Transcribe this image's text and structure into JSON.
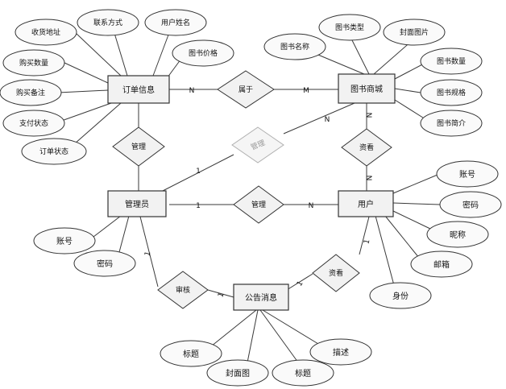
{
  "entities": {
    "order": "订单信息",
    "book_mall": "图书商城",
    "admin": "管理员",
    "user": "用户",
    "notice": "公告消息"
  },
  "relationships": {
    "belongs": "属于",
    "manage_order": "管理",
    "manage_book": "管理",
    "manage_user": "管理",
    "ordered": "资看",
    "audit": "审核",
    "view": "资看"
  },
  "cardinalities": {
    "order_belongs": "N",
    "belongs_book": "M",
    "book_manage": "N",
    "admin_manage": "1",
    "admin_user_1": "1",
    "admin_user_n": "N",
    "book_ordered": "N",
    "user_ordered": "N",
    "admin_audit": "1",
    "audit_notice": "1",
    "notice_view": "1",
    "user_view": "1"
  },
  "attributes": {
    "order": [
      "收货地址",
      "联系方式",
      "用户姓名",
      "图书价格",
      "购买数量",
      "购买备注",
      "支付状态",
      "订单状态"
    ],
    "book_mall": [
      "图书类型",
      "封面图片",
      "图书名称",
      "图书数量",
      "图书规格",
      "图书简介"
    ],
    "user": [
      "账号",
      "密码",
      "昵称",
      "邮箱",
      "身份"
    ],
    "admin": [
      "账号",
      "密码"
    ],
    "notice": [
      "标题",
      "封面图",
      "标题",
      "描述"
    ]
  }
}
